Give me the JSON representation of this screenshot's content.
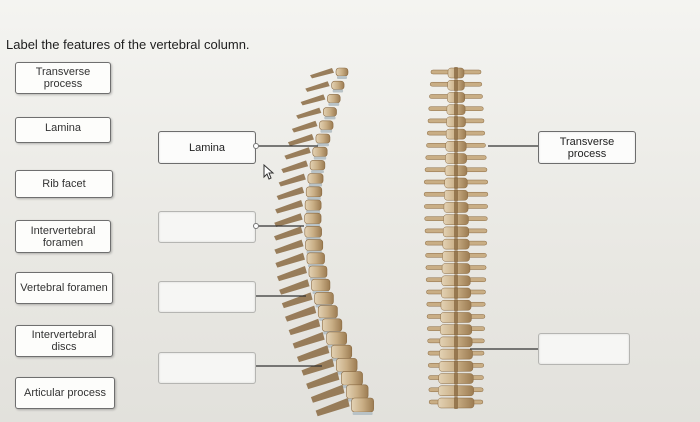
{
  "question": "Label the features of the vertebral column.",
  "terms": [
    {
      "label": "Transverse process"
    },
    {
      "label": "Lamina"
    },
    {
      "label": "Rib facet"
    },
    {
      "label": "Intervertebral foramen"
    },
    {
      "label": "Vertebral foramen"
    },
    {
      "label": "Intervertebral discs"
    },
    {
      "label": "Articular process"
    }
  ],
  "targets": [
    {
      "value": "Lamina"
    },
    {
      "value": ""
    },
    {
      "value": ""
    },
    {
      "value": ""
    },
    {
      "value": "Transverse process"
    },
    {
      "value": ""
    }
  ],
  "colors": {
    "bone": "#c9ae85",
    "bone_dark": "#8a6a42",
    "disc": "#b8c2c6",
    "leader": "#333333"
  }
}
